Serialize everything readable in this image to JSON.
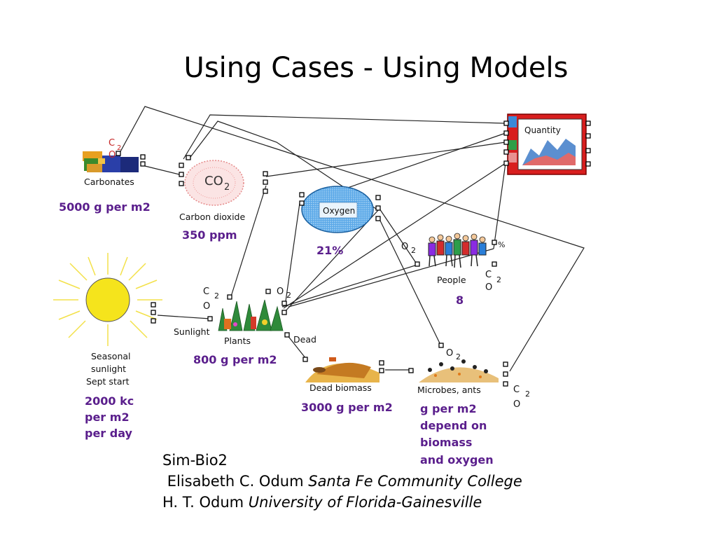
{
  "title": "Using Cases - Using Models",
  "diagram": {
    "carbonates": {
      "label": "Carbonates",
      "value": "5000 g per m2",
      "formula_c": "C",
      "formula_o": "O",
      "formula_sub": "2"
    },
    "co2_cloud": {
      "symbol_main": "CO",
      "symbol_sub": "2",
      "label": "Carbon dioxide",
      "value": "350 ppm"
    },
    "oxygen": {
      "label": "Oxygen",
      "value": "21%"
    },
    "quantity": {
      "label": "Quantity"
    },
    "people": {
      "label": "People",
      "value": "8",
      "o2_main": "O",
      "o2_sub": "2",
      "percent": "%",
      "co2_c": "C",
      "co2_o": "O",
      "co2_sub": "2"
    },
    "sun": {
      "line1": "Seasonal",
      "line2": "sunlight",
      "line3": "Sept start",
      "value_lines": [
        "2000 kc",
        "per m2",
        "per day"
      ]
    },
    "plants": {
      "label": "Plants",
      "value": "800 g per m2",
      "sunlight_label": "Sunlight",
      "co2_c": "C",
      "co2_o": "O",
      "co2_sub": "2",
      "o2_main": "O",
      "o2_sub": "2"
    },
    "dead": {
      "arrow_label": "Dead",
      "label": "Dead biomass",
      "value": "3000 g per m2"
    },
    "microbes": {
      "label": "Microbes, ants",
      "value_lines": [
        "g per m2",
        "depend on",
        "biomass",
        "and oxygen"
      ],
      "o2_main": "O",
      "o2_sub": "2",
      "co2_c": "C",
      "co2_o": "O",
      "co2_sub": "2"
    },
    "colors": {
      "value_text": "#5a1e8c",
      "oxygen_fill": "#3b9be0",
      "quantity_frame": "#d81e1e",
      "sun": "#f5e41c"
    }
  },
  "credits": {
    "line1": "Sim-Bio2",
    "line2_name": "Elisabeth C. Odum",
    "line2_affiliation": "Santa Fe Community College",
    "line3_name": "H. T. Odum",
    "line3_affiliation": "University of Florida-Gainesville"
  }
}
